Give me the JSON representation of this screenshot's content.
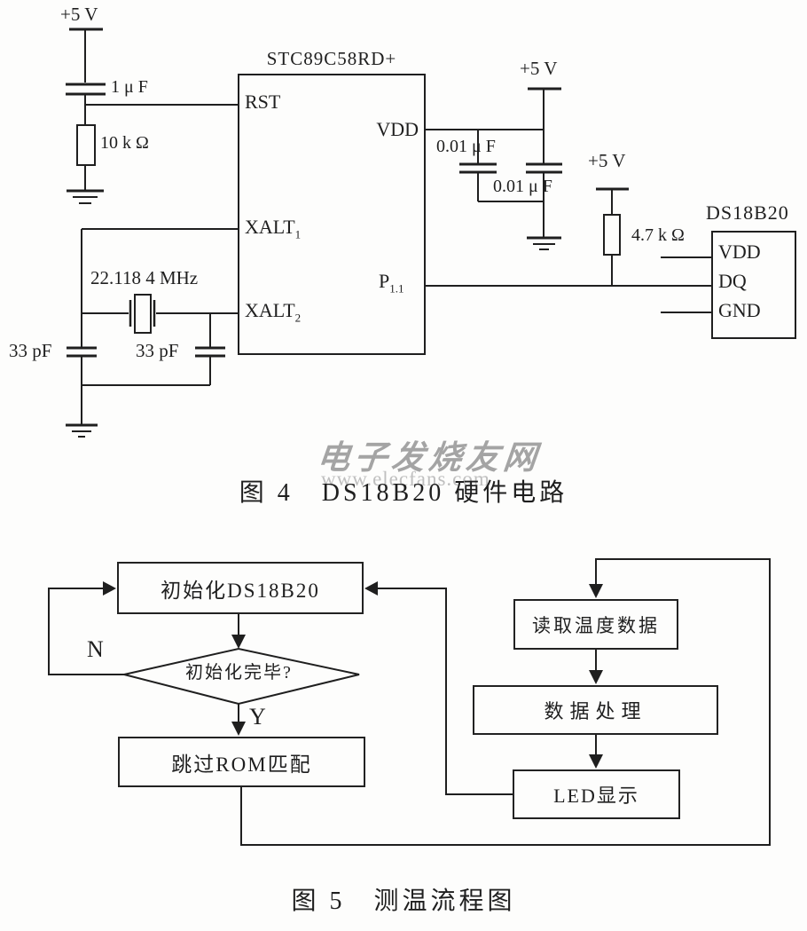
{
  "figure_circuit": {
    "caption": "图 4　DS18B20 硬件电路",
    "watermark_title": "电子发烧友网",
    "watermark_url": "www.elecfans.com",
    "mcu": {
      "title": "STC89C58RD+",
      "pin_rst": "RST",
      "pin_vdd": "VDD",
      "pin_xalt1": {
        "text": "XALT",
        "sub": "1"
      },
      "pin_xalt2": {
        "text": "XALT",
        "sub": "2"
      },
      "pin_p11": {
        "text": "P",
        "sub": "1.1"
      }
    },
    "sensor": {
      "title": "DS18B20",
      "pin_vdd": "VDD",
      "pin_dq": "DQ",
      "pin_gnd": "GND"
    },
    "labels": {
      "vcc_reset": "+5 V",
      "vcc_main": "+5 V",
      "vcc_pullup": "+5 V",
      "cap_reset": "1 μ F",
      "res_reset": "10 k Ω",
      "cap_decouple1": "0.01 μ F",
      "cap_decouple2": "0.01 μ F",
      "res_pullup": "4.7 k Ω",
      "crystal_freq": "22.118 4 MHz",
      "cap_xtal_left": "33 pF",
      "cap_xtal_right": "33 pF"
    }
  },
  "figure_flowchart": {
    "caption": "图 5　测温流程图",
    "nodes": {
      "init": "初始化DS18B20",
      "check": "初始化完毕?",
      "skip_rom": "跳过ROM匹配",
      "read_temp": "读取温度数据",
      "process": "数据处理",
      "display": "LED显示"
    },
    "branch": {
      "no": "N",
      "yes": "Y"
    }
  }
}
